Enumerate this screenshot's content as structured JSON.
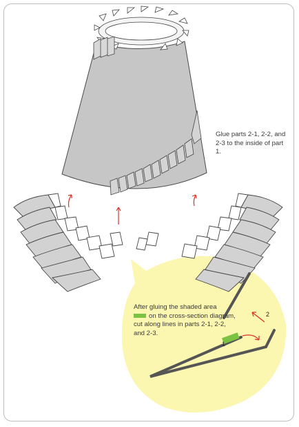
{
  "instructions": {
    "glue_note": "Glue parts 2-1, 2-2, and 2-3 to the inside of part 1.",
    "cut_note_before_swatch": "After gluing the shaded area",
    "cut_note_after_swatch": "on the cross-section diagram, cut along lines in parts 2-1, 2-2, and 2-3."
  },
  "cross_section": {
    "step_labels": [
      "1",
      "2"
    ],
    "shaded_area_color": "#7cc243"
  },
  "colors": {
    "part_fill": "#c9c9c9",
    "cone_fill": "#c6c6c6",
    "arrow": "#d8322a",
    "callout": "#fbf6b0",
    "outline": "#444444"
  }
}
